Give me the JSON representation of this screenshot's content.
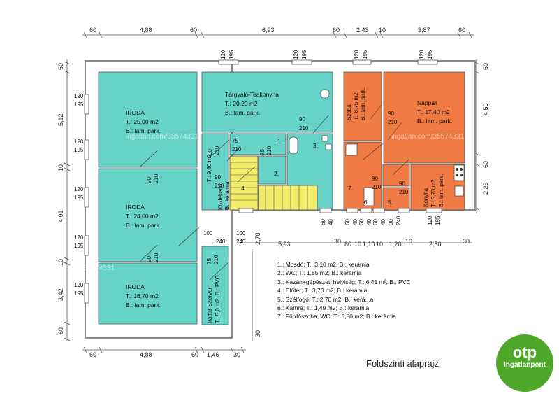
{
  "dimensions": {
    "top": [
      "60",
      "4,88",
      "60",
      "6,93",
      "60",
      "2,43",
      "10",
      "3,87",
      "60"
    ],
    "bottom": [
      "60",
      "4,88",
      "60",
      "1,46",
      "30"
    ],
    "left": [
      "60",
      "5,12",
      "10",
      "4,91",
      "10",
      "3,42",
      "60"
    ],
    "right": [
      "60",
      "4,50",
      "60",
      "2,23"
    ],
    "mid": [
      "5,93",
      "30",
      "80",
      "10",
      "1,10",
      "10",
      "1,20",
      "10",
      "2,50",
      "30"
    ],
    "mid_left": [
      "2,70",
      "30"
    ],
    "openings": {
      "w120": "120",
      "h195": "195",
      "w90": "90",
      "h210": "210",
      "w75": "75",
      "w100": "100",
      "h240": "240",
      "w60": "60",
      "h40": "40"
    }
  },
  "rooms": {
    "iroda1": {
      "name": "IRODA",
      "area": "T.: 25,00 m2",
      "floor": "B.: lam. park."
    },
    "iroda2": {
      "name": "IRODA",
      "area": "T.: 24,00 m2",
      "floor": "B.: lam. park."
    },
    "iroda3": {
      "name": "IRODA",
      "area": "T.: 16,70 m2",
      "floor": "B.: lam. park."
    },
    "targyalo": {
      "name": "Tárgyaló-Teakonyha",
      "area": "T.: 20,20 m2",
      "floor": "B.: lam. park."
    },
    "kozlekedo": {
      "name": "Közlekedő",
      "area": "T.: 9,80 m2",
      "floor": "B.: kerámia"
    },
    "irattar": {
      "name": "Irattár-Szerver",
      "area": "T.: 5,0 m2",
      "floor": "B.: PVC"
    },
    "szoba": {
      "name": "Szoba",
      "area": "T.: 8,75 m2",
      "floor": "B.: lam. park."
    },
    "nappali": {
      "name": "Nappali",
      "area": "T.: 17,40 m2",
      "floor": "B.: lam. park."
    },
    "konyha": {
      "name": "Konyha",
      "area": "T.: 5,73 m2",
      "floor": "B.: lam. park."
    }
  },
  "room_numbers": [
    "1.",
    "2.",
    "3.",
    "4.",
    "5.",
    "6.",
    "7."
  ],
  "legend": [
    "1.: Mosdó; T.: 3,10 m2; B.: kerámia",
    "2.: WC; T.: 1,85 m2; B.: kerámia",
    "3.: Kazán+gépészeti helyiség; T.: 6,41 m², B.: PVC",
    "4.: Előtér; T.: 3,70 m2; B.: kerámia",
    "5.: Szélfogó; T.: 2,70 m2; B.: kerá...a",
    "6.: Kamra; T.: 1,49 m2; B.: kerámia",
    "7.: Fürdőszoba, WC; T.: 5,80 m2; B.: kerámia"
  ],
  "caption": "Foldszinti alaprajz",
  "watermark": "ingatlan.com/35574331",
  "logo": {
    "brand": "otp",
    "sub": "Ingatlanpont"
  },
  "colors": {
    "office": "#66d2c8",
    "residence": "#f07a44",
    "stairs": "#f2ec6a",
    "wall": "#8c8c8c",
    "logo": "#4fa72a"
  }
}
